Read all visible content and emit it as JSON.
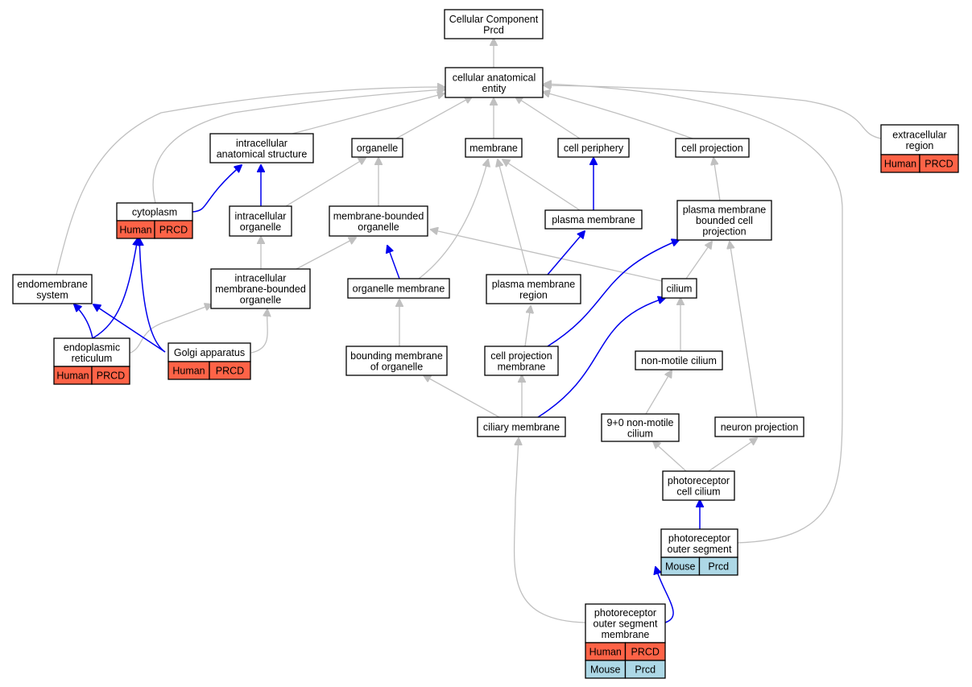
{
  "colors": {
    "human_tag": "#ff6347",
    "mouse_tag": "#add8e6",
    "edge_gray": "#c0c0c0",
    "edge_blue": "#0000ee"
  },
  "nodes": {
    "cellular_component": {
      "label": [
        "Cellular Component",
        "Prcd"
      ]
    },
    "cellular_anatomical_entity": {
      "label": [
        "cellular anatomical",
        "entity"
      ]
    },
    "intracellular_anatomical_structure": {
      "label": [
        "intracellular",
        "anatomical structure"
      ]
    },
    "organelle": {
      "label": [
        "organelle"
      ]
    },
    "membrane": {
      "label": [
        "membrane"
      ]
    },
    "cell_periphery": {
      "label": [
        "cell periphery"
      ]
    },
    "cell_projection": {
      "label": [
        "cell projection"
      ]
    },
    "extracellular_region": {
      "label": [
        "extracellular",
        "region"
      ],
      "tags": [
        "Human",
        "PRCD"
      ]
    },
    "cytoplasm": {
      "label": [
        "cytoplasm"
      ],
      "tags": [
        "Human",
        "PRCD"
      ]
    },
    "intracellular_organelle": {
      "label": [
        "intracellular",
        "organelle"
      ]
    },
    "membrane_bounded_organelle": {
      "label": [
        "membrane-bounded",
        "organelle"
      ]
    },
    "plasma_membrane": {
      "label": [
        "plasma membrane"
      ]
    },
    "plasma_membrane_bounded_cell_projection": {
      "label": [
        "plasma membrane",
        "bounded cell",
        "projection"
      ]
    },
    "endomembrane_system": {
      "label": [
        "endomembrane",
        "system"
      ]
    },
    "intracellular_membrane_bounded_organelle": {
      "label": [
        "intracellular",
        "membrane-bounded",
        "organelle"
      ]
    },
    "organelle_membrane": {
      "label": [
        "organelle membrane"
      ]
    },
    "plasma_membrane_region": {
      "label": [
        "plasma membrane",
        "region"
      ]
    },
    "cilium": {
      "label": [
        "cilium"
      ]
    },
    "endoplasmic_reticulum": {
      "label": [
        "endoplasmic",
        "reticulum"
      ],
      "tags": [
        "Human",
        "PRCD"
      ]
    },
    "golgi_apparatus": {
      "label": [
        "Golgi apparatus"
      ],
      "tags": [
        "Human",
        "PRCD"
      ]
    },
    "bounding_membrane_of_organelle": {
      "label": [
        "bounding membrane",
        "of organelle"
      ]
    },
    "cell_projection_membrane": {
      "label": [
        "cell projection",
        "membrane"
      ]
    },
    "non_motile_cilium": {
      "label": [
        "non-motile cilium"
      ]
    },
    "ciliary_membrane": {
      "label": [
        "ciliary membrane"
      ]
    },
    "nine_plus_zero_non_motile_cilium": {
      "label": [
        "9+0 non-motile",
        "cilium"
      ]
    },
    "neuron_projection": {
      "label": [
        "neuron projection"
      ]
    },
    "photoreceptor_cell_cilium": {
      "label": [
        "photoreceptor",
        "cell cilium"
      ]
    },
    "photoreceptor_outer_segment": {
      "label": [
        "photoreceptor",
        "outer segment"
      ],
      "tags": [
        "Mouse",
        "Prcd"
      ]
    },
    "photoreceptor_outer_segment_membrane": {
      "label": [
        "photoreceptor",
        "outer segment",
        "membrane"
      ],
      "tags": [
        "Human",
        "PRCD"
      ],
      "tags2": [
        "Mouse",
        "Prcd"
      ]
    }
  }
}
